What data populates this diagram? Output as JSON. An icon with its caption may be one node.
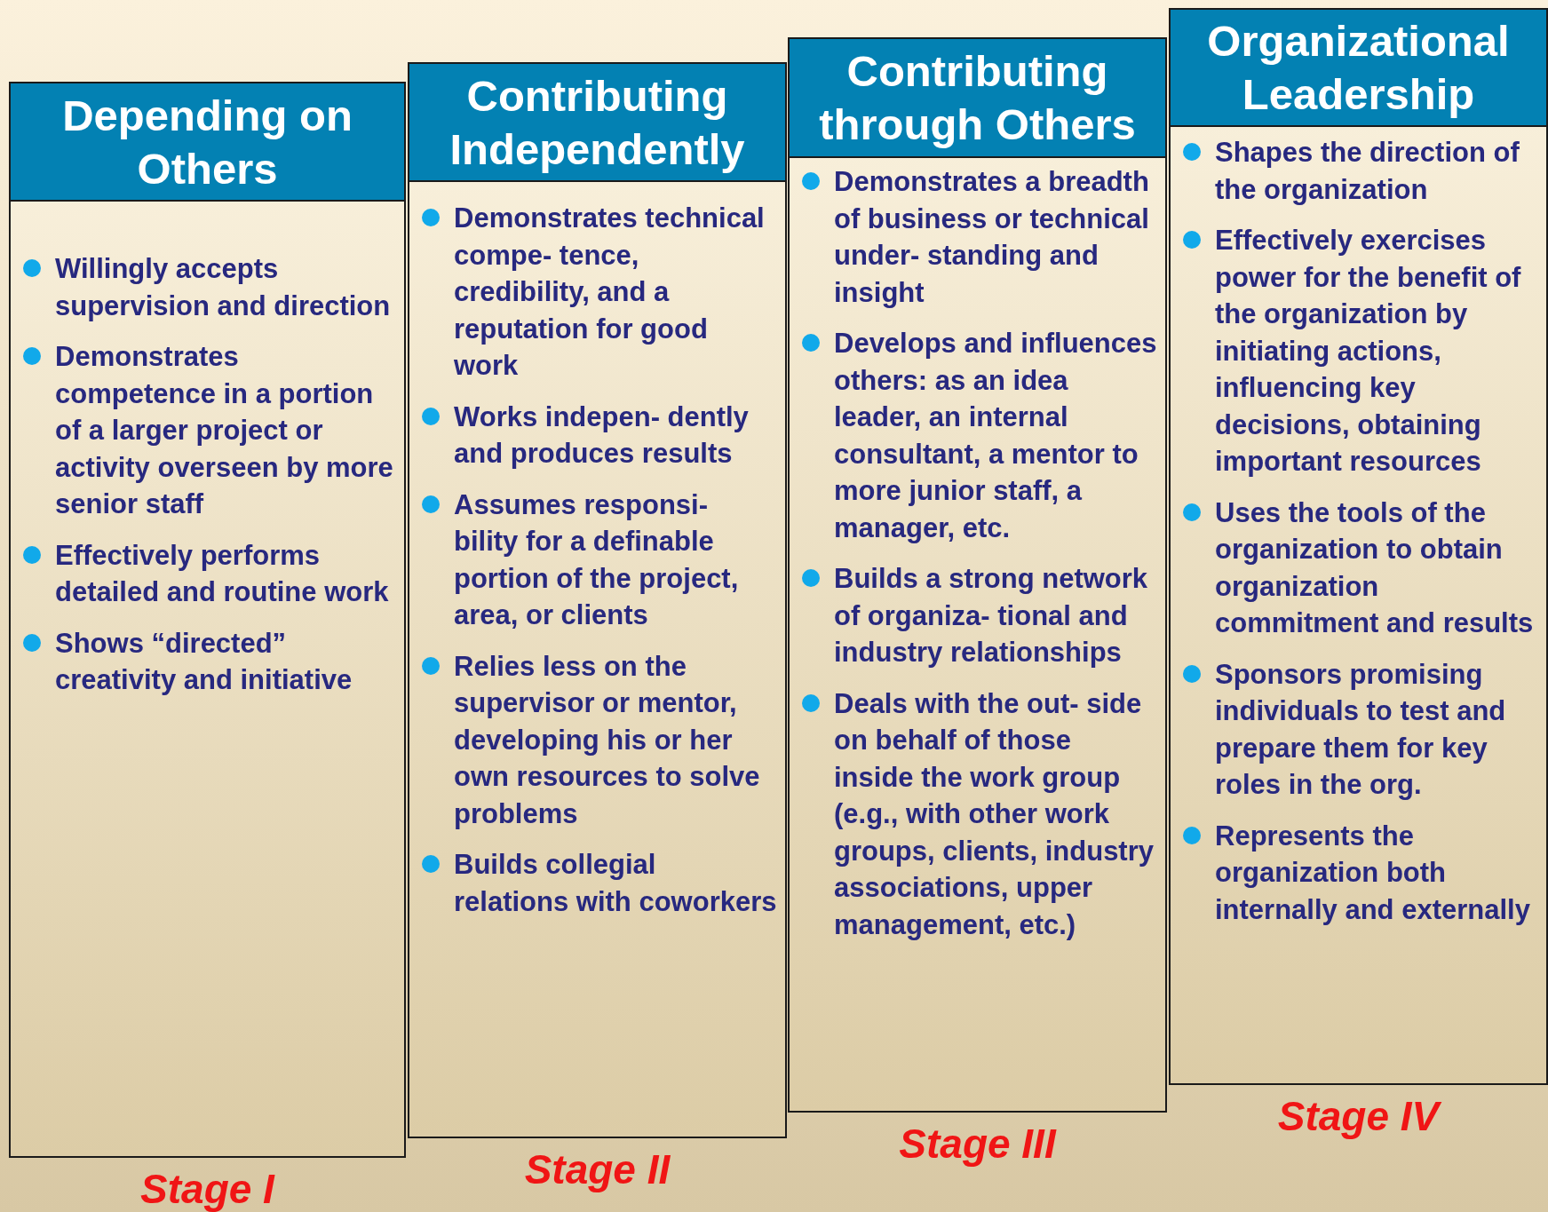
{
  "diagram": {
    "nodes": [
      {
        "text": [
          "Depending on Others",
          "Willingly accepts supervision and direction",
          "Demonstrates competence in a portion of a larger project or activity overseen by more senior staff",
          "Effectively performs detailed and routine work",
          "Shows “directed” creativity and initiative"
        ],
        "beside": [
          "Stage I"
        ]
      },
      {
        "text": [
          "Contributing Independently",
          "Demonstrates technical compe- tence, credibility, and a reputation for good work",
          "Works indepen- dently and produces results",
          "Assumes responsi- bility for a definable portion of the project, area, or clients",
          "Relies less on the supervisor or mentor, developing his or her own resources to solve problems",
          "Builds collegial relations with coworkers"
        ],
        "beside": [
          "Stage II"
        ]
      },
      {
        "text": [
          "Contributing through Others",
          "Demonstrates a breadth of business or technical under- standing and insight",
          "Develops and influences others: as an idea leader, an internal consultant, a mentor to more junior staff, a manager, etc.",
          "Builds a strong network of organiza- tional and industry relationships",
          "Deals with the out- side on behalf of those inside the work group (e.g., with other work groups, clients, industry associations, upper management, etc.)"
        ],
        "beside": [
          "Stage III"
        ]
      },
      {
        "text": [
          "Organizational Leadership",
          "Shapes the direction of the organization",
          "Effectively exercises power for the benefit of the organization by initiating actions, influencing key decisions, obtaining important resources",
          "Uses the tools of the organization to obtain organization commitment and results",
          "Sponsors promising individuals to test and prepare them for key roles in the org.",
          "Represents the organization both internally and externally"
        ],
        "beside": [
          "Stage IV"
        ]
      }
    ]
  }
}
